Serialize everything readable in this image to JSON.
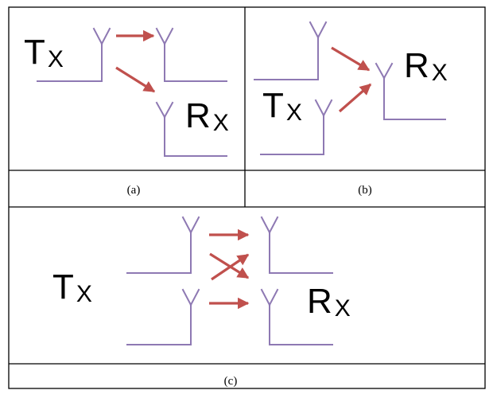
{
  "colors": {
    "antenna": "#8e79b3",
    "arrow": "#c0504d",
    "border": "#000000",
    "text": "#000000"
  },
  "panels": {
    "a": {
      "caption": "(a)",
      "tx": {
        "main": "T",
        "sub": "X"
      },
      "rx": {
        "main": "R",
        "sub": "X"
      }
    },
    "b": {
      "caption": "(b)",
      "tx": {
        "main": "T",
        "sub": "X"
      },
      "rx": {
        "main": "R",
        "sub": "X"
      }
    },
    "c": {
      "caption": "(c)",
      "tx": {
        "main": "T",
        "sub": "X"
      },
      "rx": {
        "main": "R",
        "sub": "X"
      }
    }
  }
}
